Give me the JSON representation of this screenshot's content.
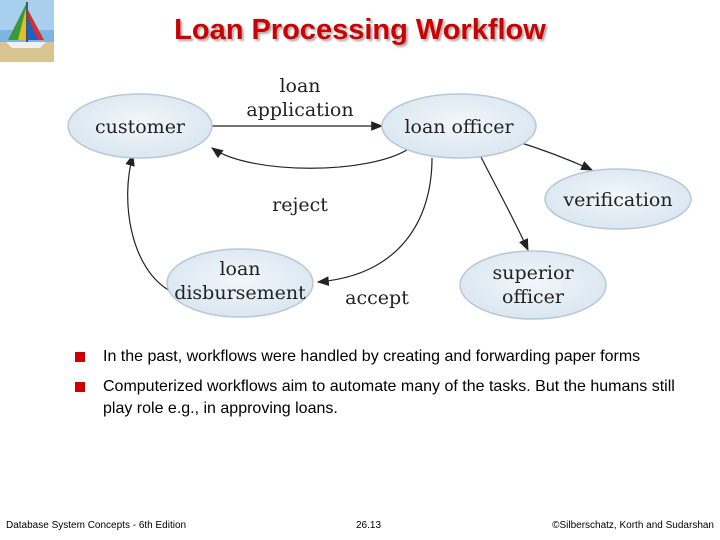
{
  "title": "Loan Processing Workflow",
  "logo_icon": "sailboat-logo-icon",
  "accent_color": "#cc0000",
  "diagram": {
    "nodes": {
      "customer": "customer",
      "loan_officer": "loan officer",
      "verification": "verification",
      "superior_officer_line1": "superior",
      "superior_officer_line2": "officer",
      "loan_disbursement_line1": "loan",
      "loan_disbursement_line2": "disbursement"
    },
    "edges": {
      "loan_application_line1": "loan",
      "loan_application_line2": "application",
      "reject": "reject",
      "accept": "accept"
    },
    "node_fill": "#e6eff7",
    "node_stroke": "#b9c8d6"
  },
  "bullets": [
    "In the past, workflows were handled by creating and forwarding paper forms",
    "Computerized workflows aim to automate many of the tasks. But the humans still play role e.g., in approving loans."
  ],
  "footer": {
    "left": "Database System Concepts - 6th Edition",
    "center": "26.13",
    "right": "©Silberschatz, Korth and Sudarshan"
  }
}
